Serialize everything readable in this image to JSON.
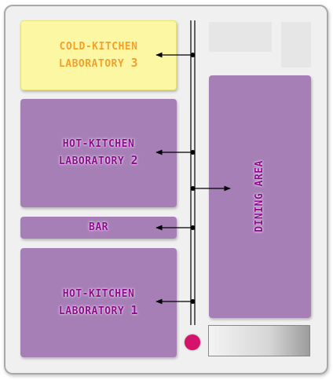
{
  "rooms": {
    "cold_kitchen_3": {
      "line1": "COLD-KITCHEN",
      "line2": "LABORATORY",
      "num": "3"
    },
    "hot_kitchen_2": {
      "line1": "HOT-KITCHEN",
      "line2": "LABORATORY",
      "num": "2"
    },
    "bar": {
      "label": "BAR"
    },
    "hot_kitchen_1": {
      "line1": "HOT-KITCHEN",
      "line2": "LABORATORY",
      "num": "1"
    },
    "dining_area": {
      "label": "DINING AREA"
    }
  },
  "colors": {
    "room_fill": "#a77fb7",
    "cold_kitchen_fill": "#fcf7a3",
    "label_purple": "#8e0a8e",
    "label_orange": "#f7a020",
    "origin_dot": "#d6136a",
    "corridor_line": "#000000"
  }
}
